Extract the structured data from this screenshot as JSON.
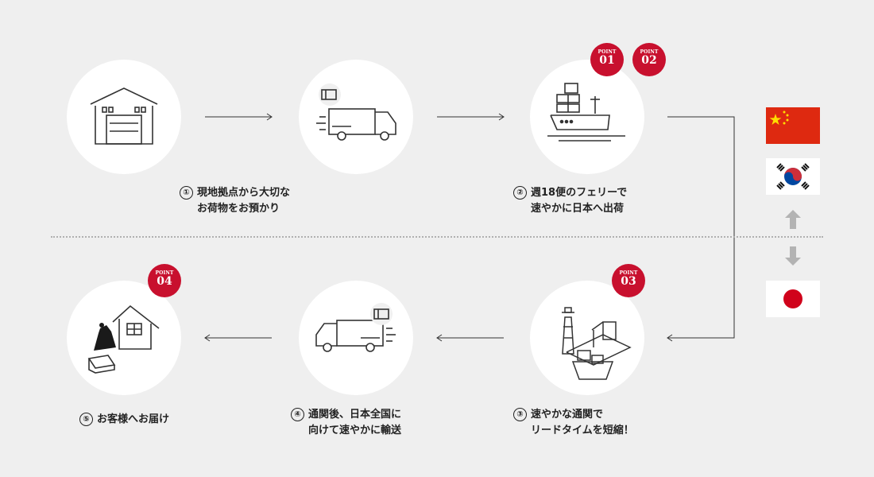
{
  "badge_word": "POINT",
  "badges": [
    "01",
    "02",
    "03",
    "04"
  ],
  "steps": [
    {
      "num": "①",
      "line1": "現地拠点から大切な",
      "line2": "お荷物をお預かり"
    },
    {
      "num": "②",
      "line1": "週18便のフェリーで",
      "line2": "速やかに日本へ出荷"
    },
    {
      "num": "③",
      "line1": "速やかな通関で",
      "line2": "リードタイムを短縮！"
    },
    {
      "num": "④",
      "line1": "通関後、日本全国に",
      "line2": "向けて速やかに輸送"
    },
    {
      "num": "⑤",
      "line1": "お客様へお届け",
      "line2": ""
    }
  ],
  "icons": [
    "warehouse-icon",
    "delivery-truck-icon",
    "ferry-icon",
    "port-customs-icon",
    "delivery-truck-icon",
    "house-delivery-icon"
  ],
  "flags": [
    "china-flag-icon",
    "korea-flag-icon",
    "japan-flag-icon"
  ],
  "colors": {
    "accent": "#c8102e",
    "background": "#efefef",
    "line": "#333333",
    "arrow_gray": "#b3b3b3"
  }
}
